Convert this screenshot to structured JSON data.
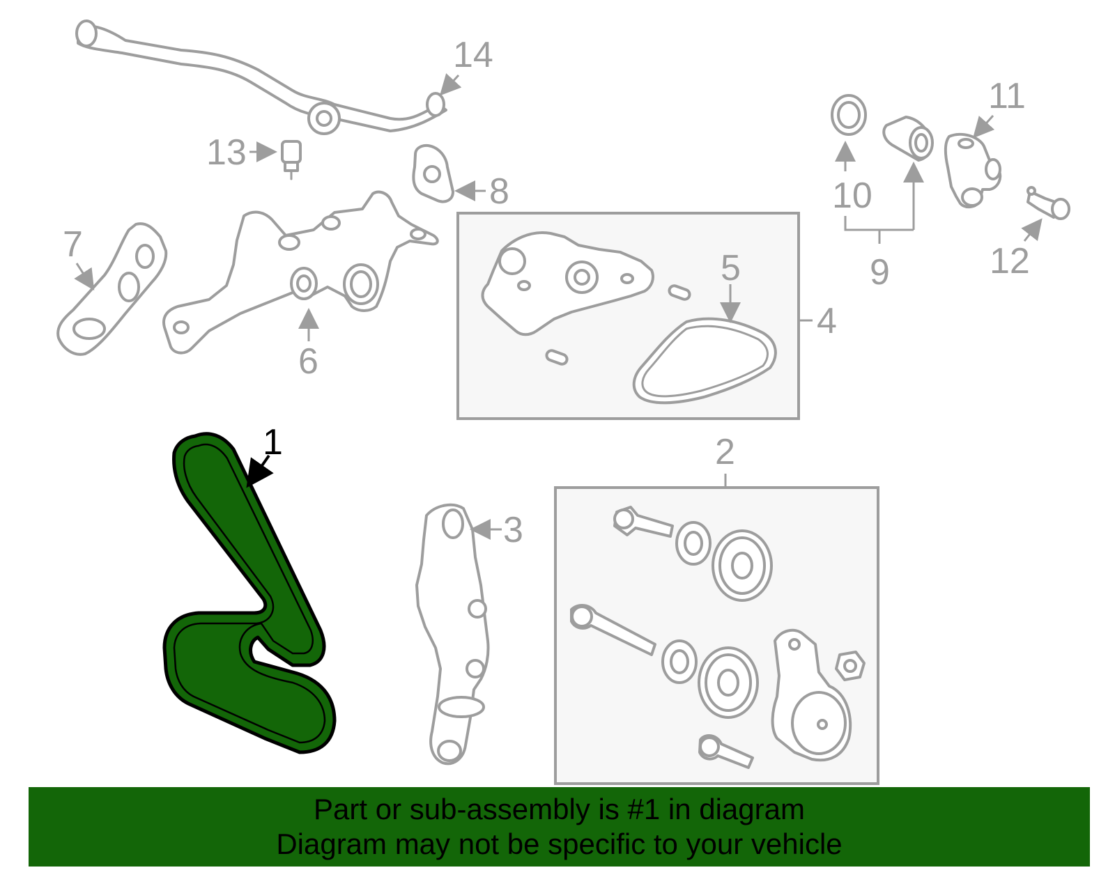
{
  "diagram": {
    "highlight_color": "#136608",
    "line_color": "#9d9d9d",
    "highlighted_part": "1",
    "callouts": [
      "1",
      "2",
      "3",
      "4",
      "5",
      "6",
      "7",
      "8",
      "9",
      "10",
      "11",
      "12",
      "13",
      "14"
    ]
  },
  "banner": {
    "line1": "Part or sub-assembly is #1 in diagram",
    "line2": "Diagram may not be specific to your vehicle"
  }
}
